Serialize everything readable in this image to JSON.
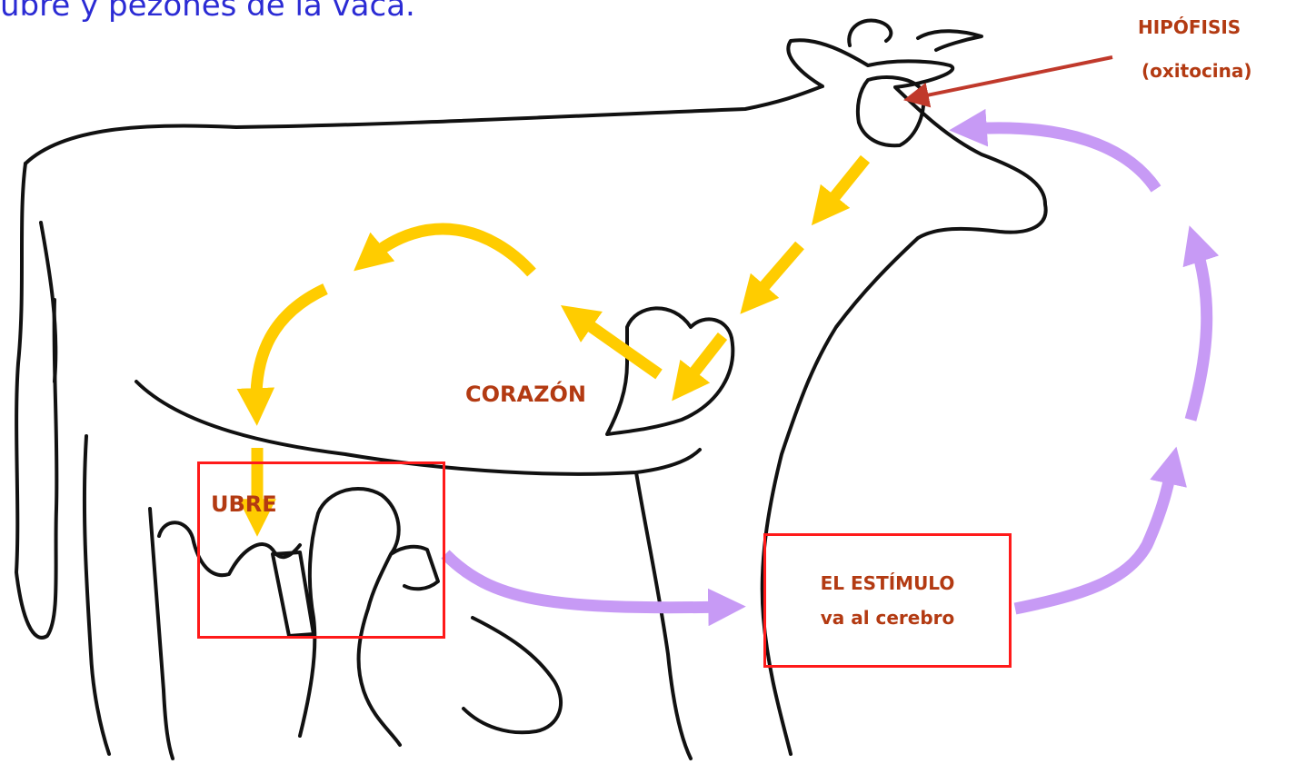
{
  "caption": "ubre y pezones de la vaca.",
  "labels": {
    "hypophysis": "HIPÓFISIS",
    "hormone": "(oxitocina)",
    "heart": "CORAZÓN",
    "udder": "UBRE",
    "stimulus_line1": "EL ESTÍMULO",
    "stimulus_line2": "va al cerebro"
  },
  "colors": {
    "caption_text": "#2b2bd4",
    "label_text": "#b33a12",
    "box_border": "#ff1a1a",
    "hormone_arrow": "#ffcc00",
    "nerve_arrow": "#c79af5",
    "pointer_arrow": "#c0392b",
    "outline": "#111111"
  }
}
